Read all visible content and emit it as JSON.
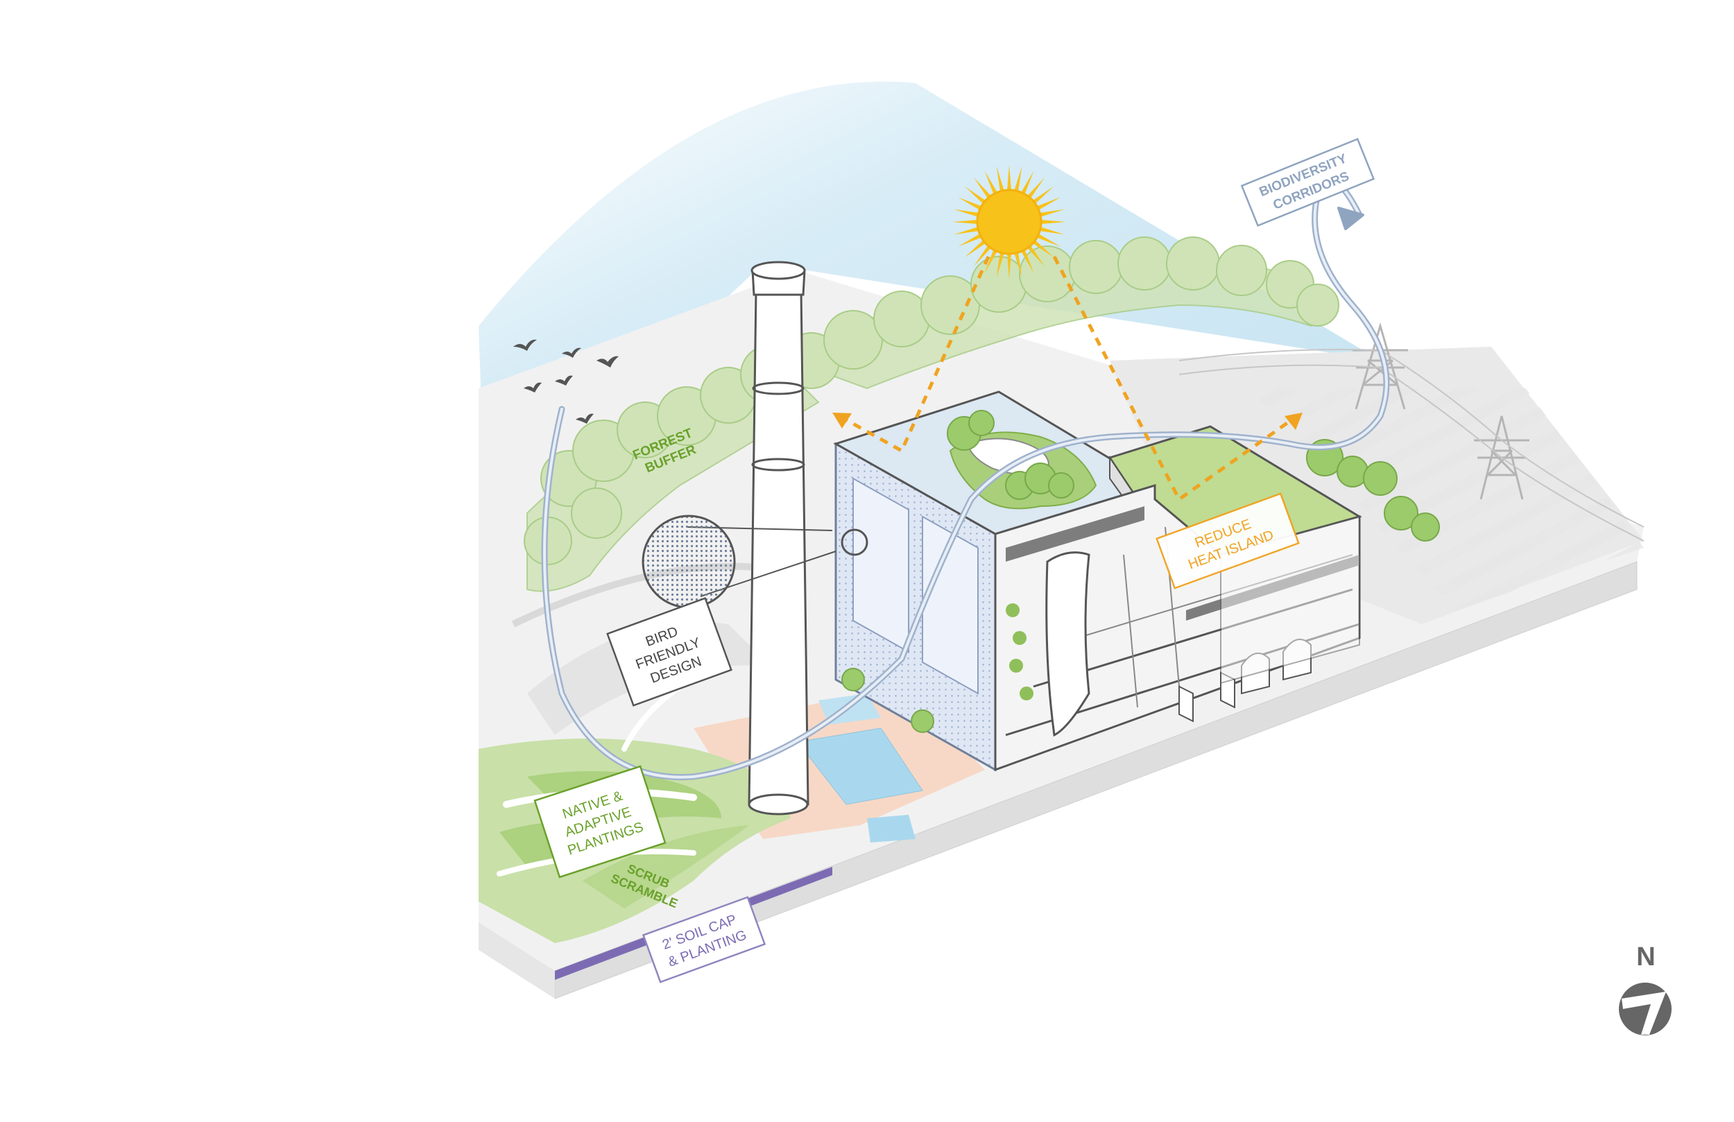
{
  "labels": {
    "forrest_buffer": [
      "FORREST",
      "BUFFER"
    ],
    "bird_friendly": [
      "BIRD",
      "FRIENDLY",
      "DESIGN"
    ],
    "biodiversity": [
      "BIODIVERSITY",
      "CORRIDORS"
    ],
    "reduce_heat": [
      "REDUCE",
      "HEAT ISLAND"
    ],
    "native_plantings": [
      "NATIVE &",
      "ADAPTIVE",
      "PLANTINGS"
    ],
    "scrub_scramble": [
      "SCRUB",
      "SCRAMBLE"
    ],
    "soil_cap": [
      "2' SOIL CAP",
      "& PLANTING"
    ],
    "north": "N"
  },
  "colors": {
    "water": "#cfe7f3",
    "tree_green": "#b9d99a",
    "lawn_green": "#9cc86a",
    "label_green": "#6aa12b",
    "heat_orange": "#f0a320",
    "corridor_blue": "#8fa4bf",
    "soil_purple": "#7c6bb3",
    "sun_yellow": "#f7c21a",
    "facade_blue": "#d6e1f2",
    "line_gray": "#555555"
  }
}
